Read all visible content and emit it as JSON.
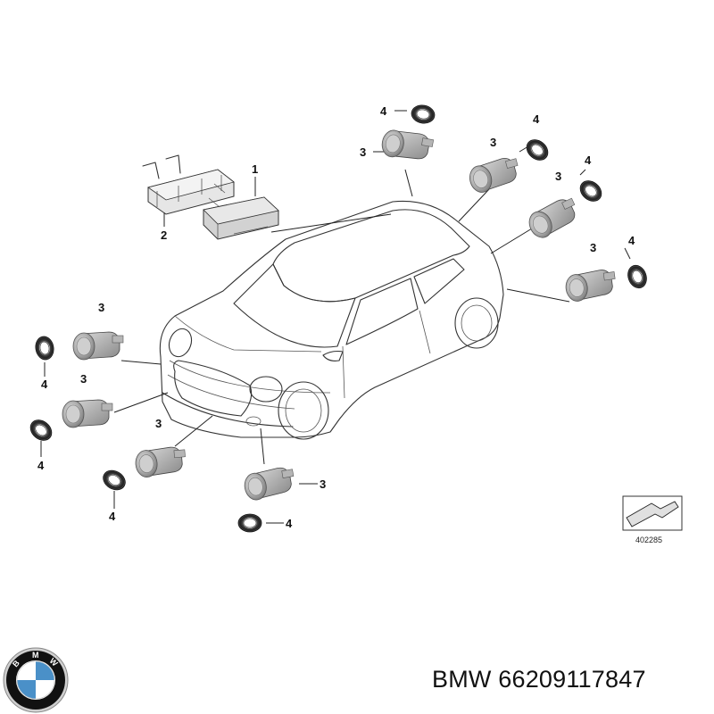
{
  "callouts": {
    "control_unit": "1",
    "bracket": "2",
    "sensor": "3",
    "ring": "4"
  },
  "diagram_ref": "402285",
  "caption": "BMW 66209117847",
  "logo": {
    "letters": [
      "B",
      "M",
      "W"
    ],
    "colors": {
      "ring": "#111111",
      "blue": "#4a90c8",
      "white": "#ffffff"
    }
  }
}
